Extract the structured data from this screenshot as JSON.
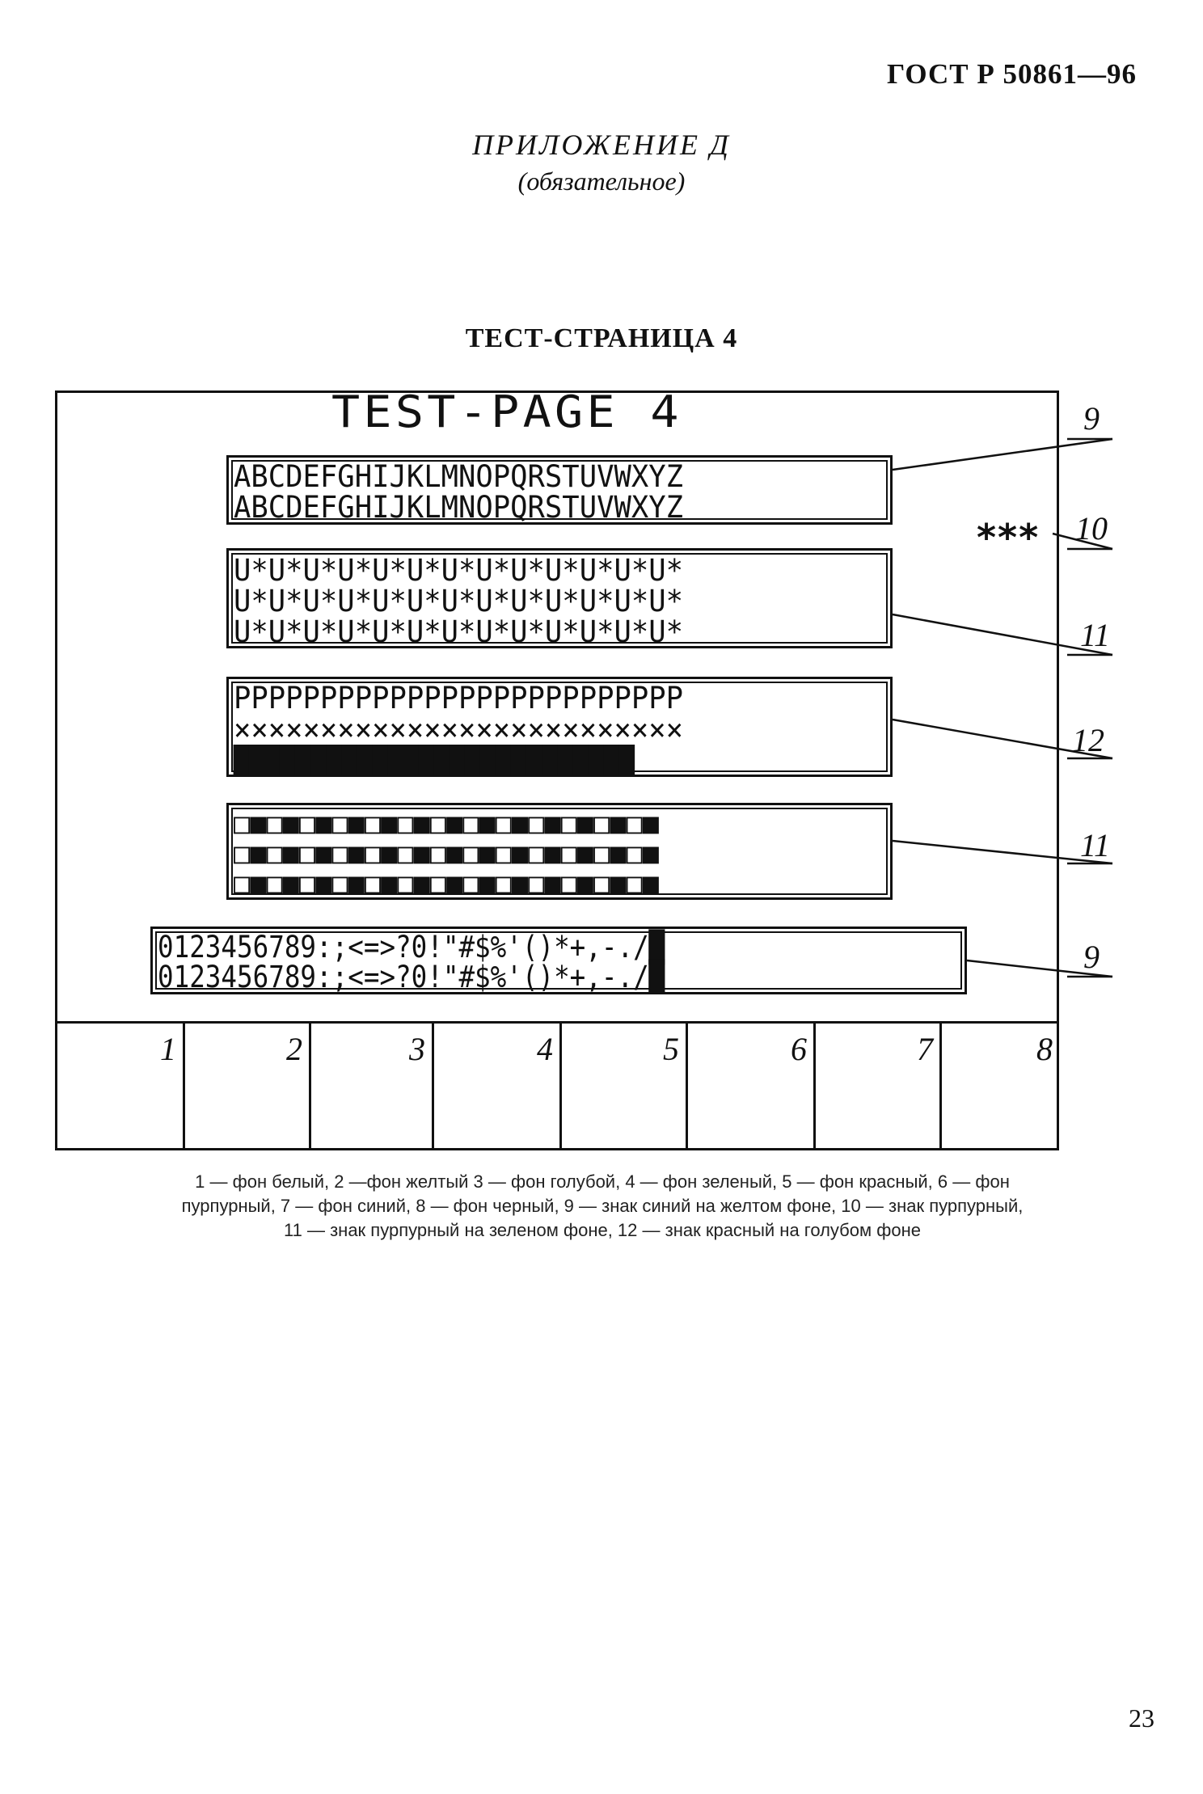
{
  "header": {
    "standard_code": "ГОСТ Р 50861—96",
    "appendix_title": "ПРИЛОЖЕНИЕ Д",
    "appendix_subtitle": "(обязательное)",
    "page_heading": "ТЕСТ-СТРАНИЦА 4"
  },
  "screen": {
    "title": "TEST-PAGE 4",
    "alphabet_lines": [
      "ABCDEFGHIJKLMNOPQRSTUVWXYZ",
      "ABCDEFGHIJKLMNOPQRSTUVWXYZ"
    ],
    "u_star_lines": [
      "U*U*U*U*U*U*U*U*U*U*U*U*U*",
      "U*U*U*U*U*U*U*U*U*U*U*U*U*",
      "U*U*U*U*U*U*U*U*U*U*U*U*U*"
    ],
    "pattern_lines": [
      "PPPPPPPPPPPPPPPPPPPPPPPPPP",
      "××××××××××××××××××××××××××",
      "██████████████████████████"
    ],
    "block_lines": [
      "□■□■□■□■□■□■□■□■□■□■□■□■□■",
      "□■□■□■□■□■□■□■□■□■□■□■□■□■",
      "□■□■□■□■□■□■□■□■□■□■□■□■□■"
    ],
    "digit_lines": [
      "0123456789:;<=>?0!\"#$%'()*+,-./█",
      "0123456789:;<=>?0!\"#$%'()*+,-./█"
    ],
    "stars": "***"
  },
  "callouts": [
    "9",
    "10",
    "11",
    "12",
    "11",
    "9"
  ],
  "color_cells": [
    "1",
    "2",
    "3",
    "4",
    "5",
    "6",
    "7",
    "8"
  ],
  "caption": {
    "line1": "1 — фон белый, 2 —фон желтый  3 — фон голубой, 4 — фон зеленый, 5 — фон красный, 6 — фон",
    "line2": "пурпурный, 7 — фон синий, 8 — фон черный, 9 — знак синий на желтом фоне, 10 — знак пурпурный,",
    "line3": "11 — знак пурпурный на зеленом фоне, 12 — знак красный на голубом фоне"
  },
  "page_number": "23"
}
